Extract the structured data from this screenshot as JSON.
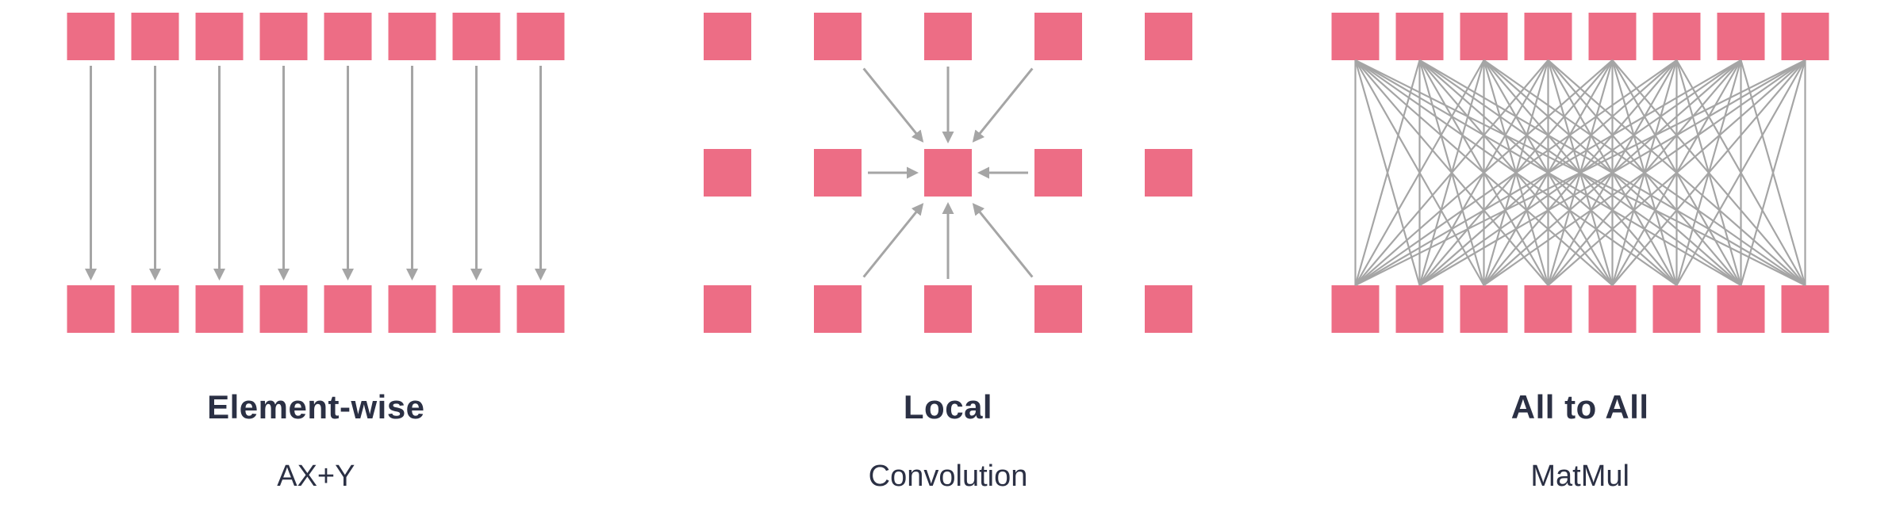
{
  "figure": {
    "description": "Three data access patterns",
    "background": "#ffffff"
  },
  "colors": {
    "square": "#ed6d85",
    "arrow": "#a5a5a5",
    "text": "#2b3044"
  },
  "panels": [
    {
      "id": "element-wise",
      "title": "Element-wise",
      "subtitle": "AX+Y",
      "pattern": "one-to-one",
      "top_count": 8,
      "bottom_count": 8
    },
    {
      "id": "local",
      "title": "Local",
      "subtitle": "Convolution",
      "pattern": "neighborhood-to-center",
      "grid_rows": 3,
      "grid_cols": 5,
      "neighbors": 8
    },
    {
      "id": "all-to-all",
      "title": "All to All",
      "subtitle": "MatMul",
      "pattern": "fully-connected",
      "top_count": 8,
      "bottom_count": 8
    }
  ]
}
